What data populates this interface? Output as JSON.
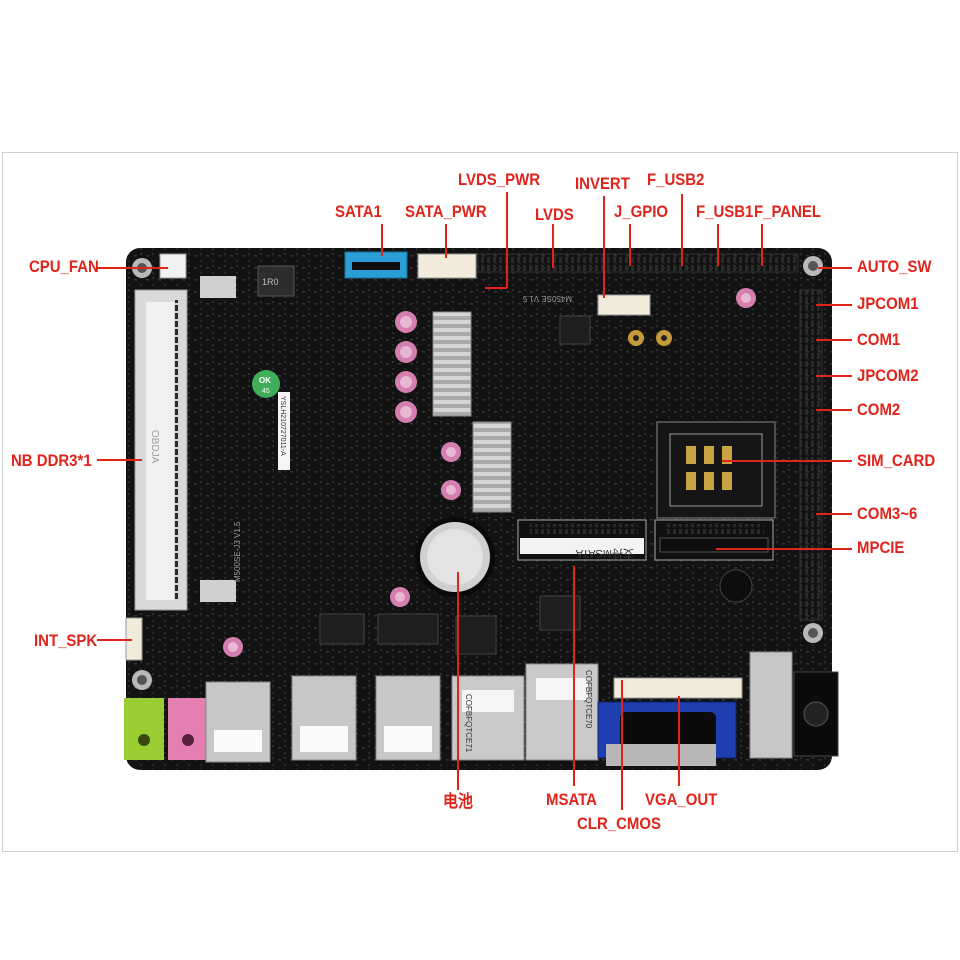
{
  "colors": {
    "board": "#121212",
    "leader": "#e2231a",
    "sata_port": "#2a9fd6",
    "usb_metal": "#c7c7c7",
    "audio_green": "#9acd32",
    "audio_pink": "#e37fb1",
    "vga_blue": "#1f3fb0"
  },
  "labels": {
    "top": {
      "lvds_pwr": "LVDS_PWR",
      "sata1": "SATA1",
      "sata_pwr": "SATA_PWR",
      "lvds": "LVDS",
      "invert": "INVERT",
      "j_gpio": "J_GPIO",
      "f_usb2": "F_USB2",
      "f_usb1": "F_USB1",
      "f_panel": "F_PANEL"
    },
    "left": {
      "cpu_fan": "CPU_FAN",
      "nb_ddr3": "NB DDR3*1",
      "int_spk": "INT_SPK"
    },
    "right": {
      "auto_sw": "AUTO_SW",
      "jpcom1": "JPCOM1",
      "com1": "COM1",
      "jpcom2": "JPCOM2",
      "com2": "COM2",
      "sim_card": "SIM_CARD",
      "com3_6": "COM3~6",
      "mpcie": "MPCIE"
    },
    "bottom": {
      "battery": "电池",
      "msata": "MSATA",
      "clr_cmos": "CLR_CMOS",
      "vga_out": "VGA_OUT"
    }
  },
  "board_text": {
    "model": "M450SE V1.5",
    "msata_slot": "支持MSATA",
    "ok_sticker": "OK",
    "ok_number": "45",
    "serial_sticker": "YSLH210727011-A",
    "so_dimm": "OBDJA",
    "board_id": "M500SE-J3 V1.5",
    "inductor": "1R0",
    "lan1": "COFBFQTCE71",
    "lan2": "COFBFQTCE70"
  }
}
